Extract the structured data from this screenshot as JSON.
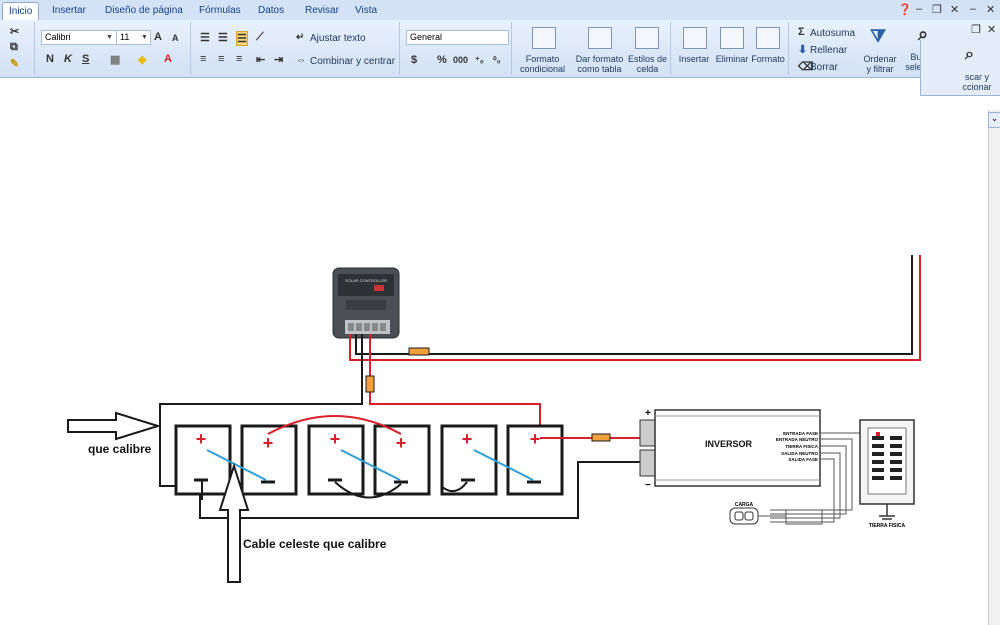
{
  "tabs": [
    "Inicio",
    "Insertar",
    "Diseño de página",
    "Fórmulas",
    "Datos",
    "Revisar",
    "Vista"
  ],
  "font": {
    "name": "Calibri",
    "size": "11"
  },
  "format": {
    "selected": "General"
  },
  "align": {
    "wrap": "Ajustar texto",
    "merge": "Combinar y centrar"
  },
  "styles": {
    "cond_l1": "Formato",
    "cond_l2": "condicional",
    "table_l1": "Dar formato",
    "table_l2": "como tabla",
    "cell_l1": "Estilos de",
    "cell_l2": "celda"
  },
  "cells": {
    "insert": "Insertar",
    "delete": "Eliminar",
    "format": "Formato"
  },
  "editing": {
    "autosum": "Autosuma",
    "fill": "Rellenar",
    "clear": "Borrar",
    "sort_l1": "Ordenar",
    "sort_l2": "y filtrar",
    "find_l1": "Buscar y",
    "find_l2": "seleccionar",
    "find2_l1": "scar y",
    "find2_l2": "ccionar"
  },
  "diagram": {
    "label_left": "que calibre",
    "label_bottom": "Cable celeste que calibre",
    "inverter": "INVERSOR",
    "inverter_terms": [
      "ENTRADA FASE",
      "ENTRADA NEUTRO",
      "TIERRA FISICA",
      "SALIDA NEUTRO",
      "SALIDA FASE"
    ],
    "load": "CARGA",
    "ground": "TIERRA FISICA",
    "controller": "SOLAR CONTROLLER",
    "plus": "+",
    "minus": "−"
  },
  "colors": {
    "red": "#d9202a",
    "blue": "#2f9fd6",
    "black": "#1a1a1a",
    "fuse": "#f2a03a"
  }
}
